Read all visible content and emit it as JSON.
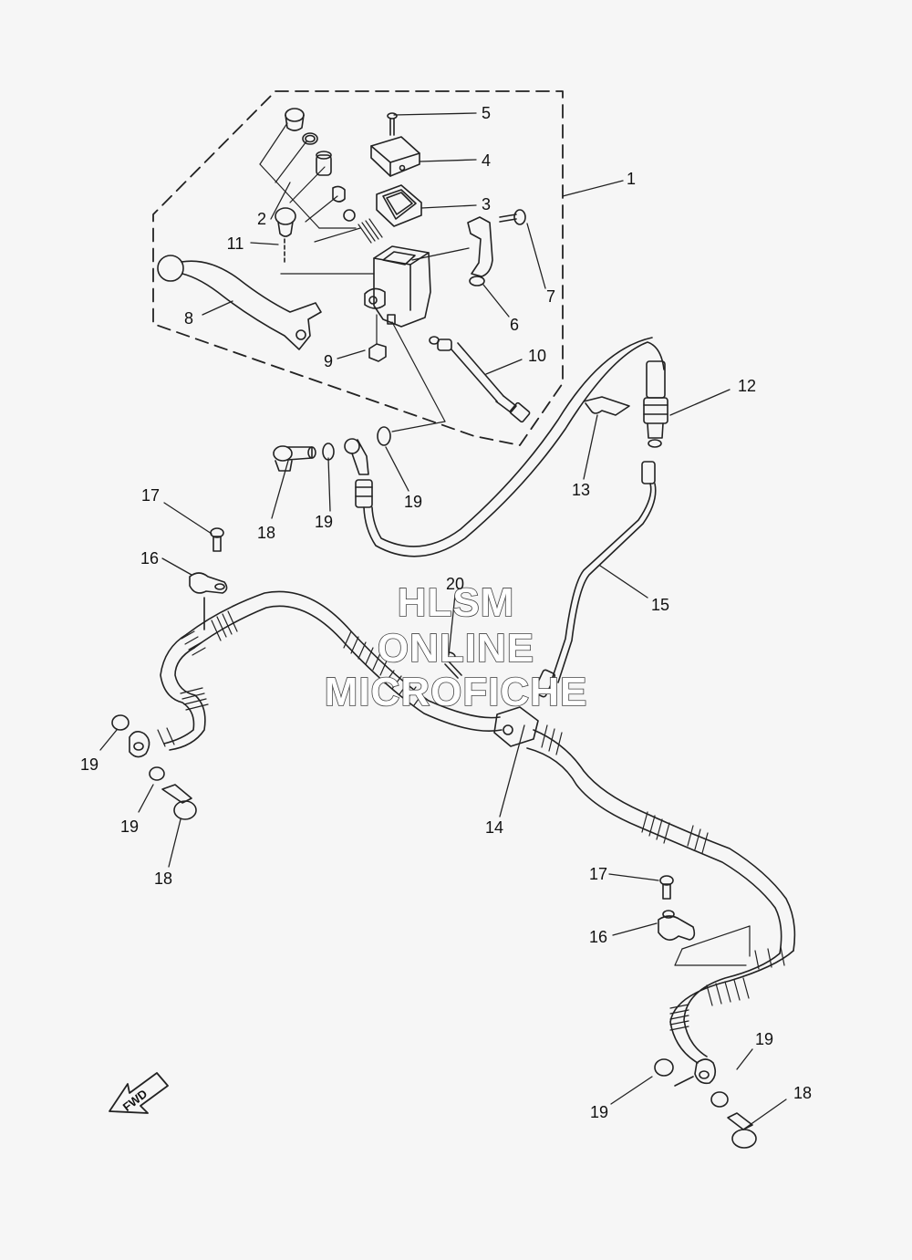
{
  "labels": {
    "l1": "1",
    "l2": "2",
    "l3": "3",
    "l4": "4",
    "l5": "5",
    "l6": "6",
    "l7": "7",
    "l8": "8",
    "l9": "9",
    "l10": "10",
    "l11": "11",
    "l12": "12",
    "l13": "13",
    "l14": "14",
    "l15": "15",
    "l16a": "16",
    "l16b": "16",
    "l17a": "17",
    "l17b": "17",
    "l18a": "18",
    "l18b": "18",
    "l18c": "18",
    "l19a": "19",
    "l19b": "19",
    "l19c": "19",
    "l19d": "19",
    "l19e": "19",
    "l19f": "19",
    "l20": "20"
  },
  "watermark": {
    "line1": "HLSM",
    "line2": "ONLINE",
    "line3": "MICROFICHE"
  },
  "direction_arrow": {
    "text": "FWD"
  }
}
